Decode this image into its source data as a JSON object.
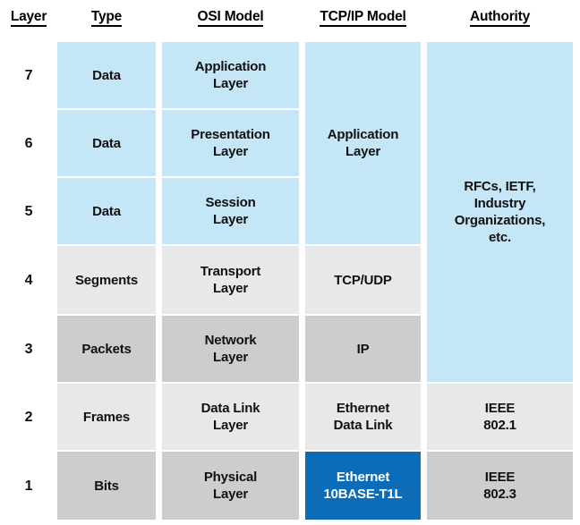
{
  "chart_data": {
    "type": "table",
    "title": "OSI Model vs TCP/IP Model layer comparison",
    "columns": [
      "Layer",
      "Type",
      "OSI Model",
      "TCP/IP Model",
      "Authority"
    ],
    "rows": [
      {
        "layer": "7",
        "type": "Data",
        "osi": "Application Layer",
        "tcpip": "Application Layer",
        "authority": "RFCs, IETF, Industry Organizations, etc."
      },
      {
        "layer": "6",
        "type": "Data",
        "osi": "Presentation Layer",
        "tcpip": "Application Layer",
        "authority": "RFCs, IETF, Industry Organizations, etc."
      },
      {
        "layer": "5",
        "type": "Data",
        "osi": "Session Layer",
        "tcpip": "Application Layer",
        "authority": "RFCs, IETF, Industry Organizations, etc."
      },
      {
        "layer": "4",
        "type": "Segments",
        "osi": "Transport Layer",
        "tcpip": "TCP/UDP",
        "authority": "RFCs, IETF, Industry Organizations, etc."
      },
      {
        "layer": "3",
        "type": "Packets",
        "osi": "Network Layer",
        "tcpip": "IP",
        "authority": "RFCs, IETF, Industry Organizations, etc."
      },
      {
        "layer": "2",
        "type": "Frames",
        "osi": "Data Link Layer",
        "tcpip": "Ethernet Data Link",
        "authority": "IEEE 802.1"
      },
      {
        "layer": "1",
        "type": "Bits",
        "osi": "Physical Layer",
        "tcpip": "Ethernet 10BASE-T1L",
        "authority": "IEEE 802.3"
      }
    ],
    "merged_cells": [
      {
        "column": "TCP/IP Model",
        "layers": [
          "7",
          "6",
          "5"
        ],
        "value": "Application Layer"
      },
      {
        "column": "Authority",
        "layers": [
          "7",
          "6",
          "5",
          "4",
          "3"
        ],
        "value": "RFCs, IETF, Industry Organizations, etc."
      }
    ],
    "highlight": {
      "column": "TCP/IP Model",
      "layer": "1",
      "value": "Ethernet 10BASE-T1L",
      "color": "#0c6cb7"
    },
    "colors": {
      "blue_fill": "#c5e6f7",
      "gray_light": "#e7e8ea",
      "gray_dark": "#cbcdcf",
      "accent_blue": "#0c6cb7",
      "text": "#111111",
      "highlight_text": "#ffffff",
      "background": "#ffffff"
    },
    "grid": false,
    "legend": "none"
  },
  "header": {
    "layer": "Layer",
    "type": "Type",
    "osi": "OSI Model",
    "tcpip": "TCP/IP Model",
    "authority": "Authority"
  },
  "layers": {
    "l7": "7",
    "l6": "6",
    "l5": "5",
    "l4": "4",
    "l3": "3",
    "l2": "2",
    "l1": "1"
  },
  "type_col": {
    "l7": "Data",
    "l6": "Data",
    "l5": "Data",
    "l4": "Segments",
    "l3": "Packets",
    "l2": "Frames",
    "l1": "Bits"
  },
  "osi_col": {
    "l7_line1": "Application",
    "l7_line2": "Layer",
    "l6_line1": "Presentation",
    "l6_line2": "Layer",
    "l5_line1": "Session",
    "l5_line2": "Layer",
    "l4_line1": "Transport",
    "l4_line2": "Layer",
    "l3_line1": "Network",
    "l3_line2": "Layer",
    "l2_line1": "Data Link",
    "l2_line2": "Layer",
    "l1_line1": "Physical",
    "l1_line2": "Layer"
  },
  "tcpip_col": {
    "app_line1": "Application",
    "app_line2": "Layer",
    "l4": "TCP/UDP",
    "l3": "IP",
    "l2_line1": "Ethernet",
    "l2_line2": "Data Link",
    "l1_line1": "Ethernet",
    "l1_line2": "10BASE-T1L"
  },
  "authority_col": {
    "merged_line1": "RFCs, IETF,",
    "merged_line2": "Industry",
    "merged_line3": "Organizations,",
    "merged_line4": "etc.",
    "l2_line1": "IEEE",
    "l2_line2": "802.1",
    "l1_line1": "IEEE",
    "l1_line2": "802.3"
  }
}
